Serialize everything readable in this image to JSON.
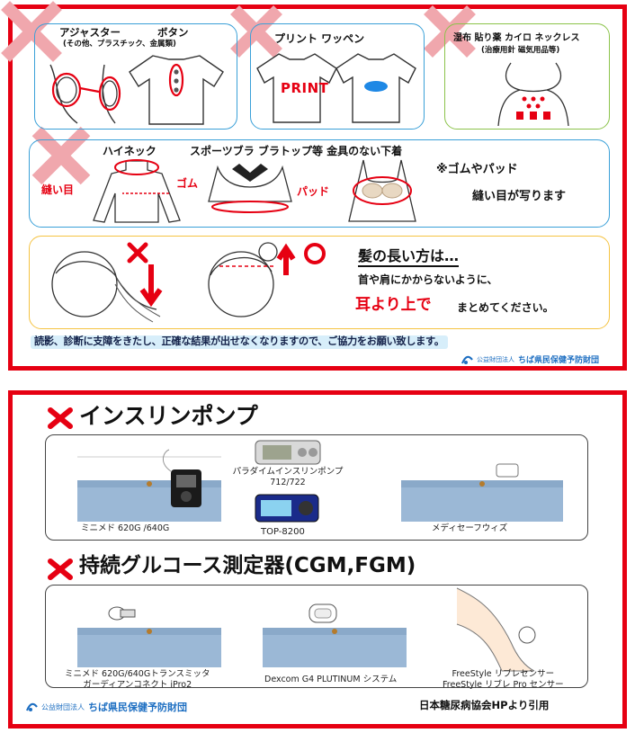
{
  "top": {
    "row1": {
      "adjuster": "アジャスター",
      "button": "ボタン",
      "material_note": "(その他、プラスチック、金属類)",
      "print_wappen": "プリント ワッペン",
      "print_text": "PRINT",
      "shippu": "湿布 貼り薬 カイロ ネックレス",
      "shippu_note": "(治療用針 磁気用品等)"
    },
    "row2": {
      "highneck": "ハイネック",
      "sportsbra": "スポーツブラ ブラトップ等 金具のない下着",
      "nuime": "縫い目",
      "gomu": "ゴム",
      "pad": "パッド",
      "note1": "※ゴムやパッド",
      "note2": "縫い目が写ります"
    },
    "row3": {
      "title": "髪の長い方は…",
      "line1": "首や肩にかからないように、",
      "line2_red": "耳より上で",
      "line2_rest": "まとめてください。"
    },
    "footer_text": "読影、診断に支障をきたし、正確な結果が出せなくなりますので、ご協力をお願い致します。",
    "logo_small": "公益財団法人",
    "logo_name": "ちば県民保健予防財団"
  },
  "bottom": {
    "insulin_title": "インスリンポンプ",
    "cgm_title": "持続グルコース測定器(CGM,FGM)",
    "captions": {
      "paradigm": "パラダイムインスリンポンプ\n712/722",
      "minimed": "ミニメド 620G /640G",
      "top8200": "TOP-8200",
      "medisafe": "メディセーフウィズ",
      "minimed_tx": "ミニメド 620G/640Gトランスミッタ\nガーディアンコネクト iPro2",
      "dexcom": "Dexcom G4 PLUTINUM システム",
      "freestyle": "FreeStyle リブレセンサー\nFreeStyle リブレ Pro センサー"
    },
    "logo_small": "公益財団法人",
    "logo_name": "ちば県民保健予防財団",
    "source": "日本糖尿病協会HPより引用"
  }
}
